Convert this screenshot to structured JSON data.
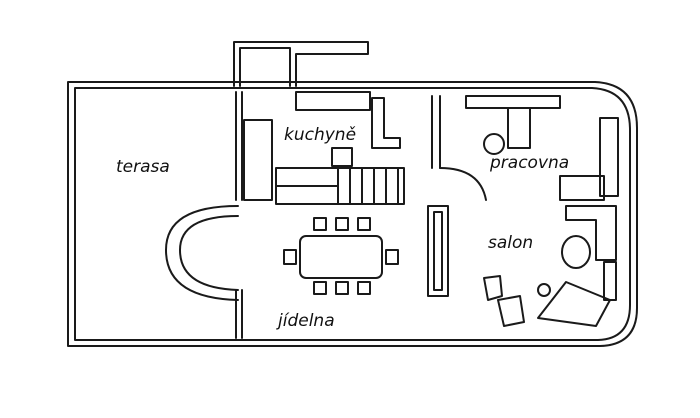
{
  "labels": {
    "terrace": "terasa",
    "kitchen": "kuchyně",
    "study": "pracovna",
    "living": "salon",
    "dining": "jídelna"
  },
  "colors": {
    "ink": "#1a1a1a",
    "background": "#ffffff"
  }
}
